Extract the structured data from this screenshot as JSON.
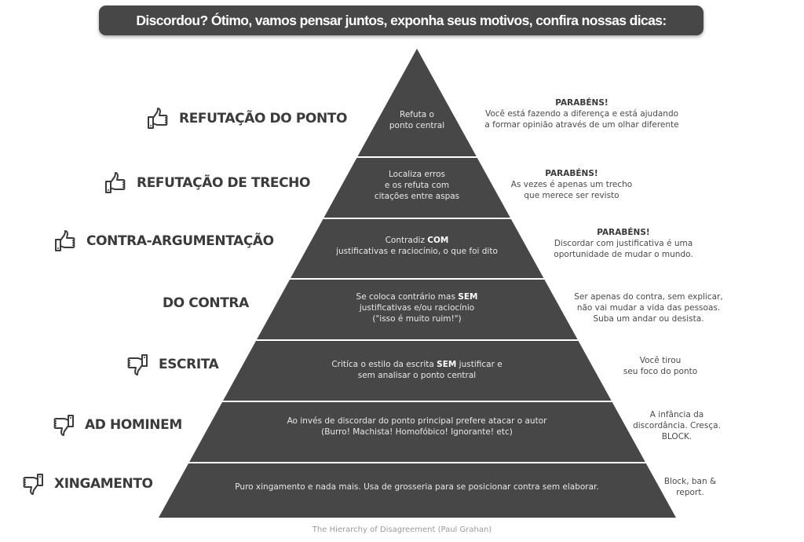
{
  "banner": {
    "title": "Discordou? Ótimo, vamos pensar juntos, exponha seus motivos, confira nossas dicas:"
  },
  "pyramid": {
    "fill_color": "#474747",
    "separator_color": "#ffffff",
    "tiers": [
      {
        "label": "REFUTAÇÃO DO PONTO",
        "icon": "thumbs-up-icon",
        "desc_lines": [
          "Refuta o",
          "ponto central"
        ],
        "note_heading": "PARABÉNS!",
        "note_lines": [
          "Você está fazendo a diferença e está ajudando",
          "a formar opinião através de um olhar diferente"
        ]
      },
      {
        "label": "REFUTAÇÃO DE TRECHO",
        "icon": "thumbs-up-icon",
        "desc_lines": [
          "Localiza erros",
          "e os refuta com",
          "citações entre aspas"
        ],
        "note_heading": "PARABÉNS!",
        "note_lines": [
          "As vezes é apenas um trecho",
          "que merece ser revisto"
        ]
      },
      {
        "label": "CONTRA-ARGUMENTAÇÃO",
        "icon": "thumbs-up-icon",
        "desc_lines": [
          "Contradiz COM",
          "justificativas e raciocínio, o que foi dito"
        ],
        "desc_bold": "COM",
        "note_heading": "PARABÉNS!",
        "note_lines": [
          "Discordar com justificativa é uma",
          "oportunidade de mudar o mundo."
        ]
      },
      {
        "label": "DO CONTRA",
        "icon": "",
        "desc_lines": [
          "Se coloca contrário mas SEM",
          "justificativas e/ou raciocínio",
          "(\"isso é muito ruim!\")"
        ],
        "desc_bold": "SEM",
        "note_heading": "",
        "note_lines": [
          "Ser apenas do contra, sem explicar,",
          "não vai mudar a vida das pessoas.",
          "Suba um andar ou desista."
        ]
      },
      {
        "label": "ESCRITA",
        "icon": "thumbs-down-icon",
        "desc_lines": [
          "Critíca  o estilo da escrita SEM justificar e",
          "sem analisar o ponto central"
        ],
        "desc_bold": "SEM",
        "note_heading": "",
        "note_lines": [
          "Você tirou",
          "seu foco do ponto"
        ]
      },
      {
        "label": "AD HOMINEM",
        "icon": "thumbs-down-icon",
        "desc_lines": [
          "Ao invés de discordar do ponto principal prefere atacar o autor",
          "(Burro! Machista! Homofóbico! Ignorante! etc)"
        ],
        "note_heading": "",
        "note_lines": [
          "A infância da",
          "discordância. Cresça.",
          "BLOCK."
        ]
      },
      {
        "label": "XINGAMENTO",
        "icon": "thumbs-down-icon",
        "desc_lines": [
          "Puro xingamento e nada mais. Usa de grosseria para se posicionar contra  sem elaborar."
        ],
        "note_heading": "",
        "note_lines": [
          "Block, ban &",
          "report."
        ]
      }
    ]
  },
  "caption": "The Hierarchy of Disagreement (Paul Grahan)"
}
